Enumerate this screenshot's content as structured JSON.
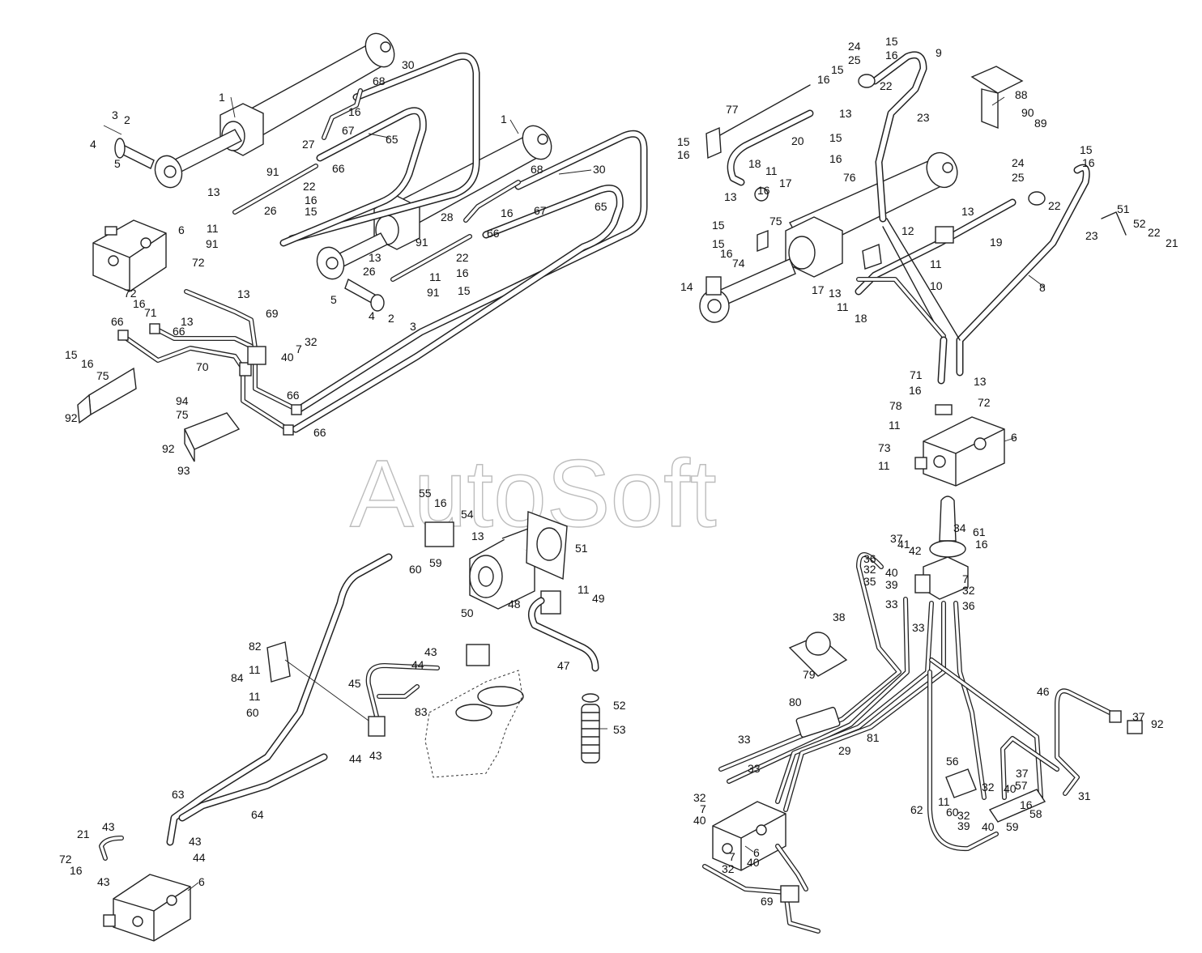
{
  "watermark": "AutoSoft",
  "labels": [
    {
      "id": "l1",
      "text": "1"
    },
    {
      "id": "l2",
      "text": "2"
    },
    {
      "id": "l3",
      "text": "3"
    },
    {
      "id": "l4",
      "text": "4"
    },
    {
      "id": "l5",
      "text": "5"
    },
    {
      "id": "l6",
      "text": "6"
    },
    {
      "id": "l7",
      "text": "72"
    },
    {
      "id": "l8",
      "text": "72"
    },
    {
      "id": "l9",
      "text": "16"
    },
    {
      "id": "l10",
      "text": "71"
    },
    {
      "id": "l11",
      "text": "13"
    },
    {
      "id": "l12",
      "text": "11"
    },
    {
      "id": "l13",
      "text": "91"
    },
    {
      "id": "l14",
      "text": "26"
    },
    {
      "id": "l15",
      "text": "91"
    },
    {
      "id": "l16",
      "text": "22"
    },
    {
      "id": "l17",
      "text": "16"
    },
    {
      "id": "l18",
      "text": "15"
    },
    {
      "id": "l19",
      "text": "66"
    },
    {
      "id": "l20",
      "text": "65"
    },
    {
      "id": "l21",
      "text": "27"
    },
    {
      "id": "l22",
      "text": "67"
    },
    {
      "id": "l23",
      "text": "16"
    },
    {
      "id": "l24",
      "text": "68"
    },
    {
      "id": "l25",
      "text": "30"
    },
    {
      "id": "l26",
      "text": "1"
    },
    {
      "id": "l27",
      "text": "68"
    },
    {
      "id": "l28",
      "text": "30"
    },
    {
      "id": "l29",
      "text": "65"
    },
    {
      "id": "l30",
      "text": "67"
    },
    {
      "id": "l31",
      "text": "16"
    },
    {
      "id": "l32",
      "text": "28"
    },
    {
      "id": "l33",
      "text": "66"
    },
    {
      "id": "l34",
      "text": "91"
    },
    {
      "id": "l35",
      "text": "22"
    },
    {
      "id": "l36",
      "text": "16"
    },
    {
      "id": "l37",
      "text": "15"
    },
    {
      "id": "l38",
      "text": "11"
    },
    {
      "id": "l39",
      "text": "91"
    },
    {
      "id": "l40",
      "text": "13"
    },
    {
      "id": "l41",
      "text": "26"
    },
    {
      "id": "l42",
      "text": "5"
    },
    {
      "id": "l43",
      "text": "4"
    },
    {
      "id": "l44",
      "text": "2"
    },
    {
      "id": "l45",
      "text": "3"
    },
    {
      "id": "l46",
      "text": "13"
    },
    {
      "id": "l47",
      "text": "69"
    },
    {
      "id": "l48",
      "text": "13"
    },
    {
      "id": "l49",
      "text": "66"
    },
    {
      "id": "l50",
      "text": "66"
    },
    {
      "id": "l51",
      "text": "32"
    },
    {
      "id": "l52",
      "text": "7"
    },
    {
      "id": "l53",
      "text": "40"
    },
    {
      "id": "l54",
      "text": "70"
    },
    {
      "id": "l55",
      "text": "66"
    },
    {
      "id": "l56",
      "text": "66"
    },
    {
      "id": "l57",
      "text": "15"
    },
    {
      "id": "l58",
      "text": "16"
    },
    {
      "id": "l59",
      "text": "75"
    },
    {
      "id": "l60",
      "text": "92"
    },
    {
      "id": "l61",
      "text": "94"
    },
    {
      "id": "l62",
      "text": "75"
    },
    {
      "id": "l63",
      "text": "92"
    },
    {
      "id": "l64",
      "text": "93"
    },
    {
      "id": "r1",
      "text": "24"
    },
    {
      "id": "r2",
      "text": "25"
    },
    {
      "id": "r3",
      "text": "15"
    },
    {
      "id": "r4",
      "text": "16"
    },
    {
      "id": "r5",
      "text": "9"
    },
    {
      "id": "r6",
      "text": "15"
    },
    {
      "id": "r7",
      "text": "16"
    },
    {
      "id": "r8",
      "text": "22"
    },
    {
      "id": "r9",
      "text": "77"
    },
    {
      "id": "r10",
      "text": "13"
    },
    {
      "id": "r11",
      "text": "23"
    },
    {
      "id": "r12",
      "text": "88"
    },
    {
      "id": "r13",
      "text": "90"
    },
    {
      "id": "r14",
      "text": "89"
    },
    {
      "id": "r15",
      "text": "15"
    },
    {
      "id": "r16",
      "text": "16"
    },
    {
      "id": "r17",
      "text": "20"
    },
    {
      "id": "r18",
      "text": "15"
    },
    {
      "id": "r19",
      "text": "16"
    },
    {
      "id": "r20",
      "text": "18"
    },
    {
      "id": "r21",
      "text": "11"
    },
    {
      "id": "r22",
      "text": "17"
    },
    {
      "id": "r23",
      "text": "13"
    },
    {
      "id": "r24",
      "text": "76"
    },
    {
      "id": "r25",
      "text": "16"
    },
    {
      "id": "r26",
      "text": "15"
    },
    {
      "id": "r27",
      "text": "75"
    },
    {
      "id": "r28",
      "text": "15"
    },
    {
      "id": "r29",
      "text": "16"
    },
    {
      "id": "r30",
      "text": "74"
    },
    {
      "id": "r31",
      "text": "24"
    },
    {
      "id": "r32",
      "text": "15"
    },
    {
      "id": "r33",
      "text": "25"
    },
    {
      "id": "r34",
      "text": "16"
    },
    {
      "id": "r35",
      "text": "22"
    },
    {
      "id": "r36",
      "text": "13"
    },
    {
      "id": "r37",
      "text": "12"
    },
    {
      "id": "r38",
      "text": "19"
    },
    {
      "id": "r39",
      "text": "23"
    },
    {
      "id": "r40",
      "text": "51"
    },
    {
      "id": "r41",
      "text": "52"
    },
    {
      "id": "r42",
      "text": "22"
    },
    {
      "id": "r43",
      "text": "21"
    },
    {
      "id": "r44",
      "text": "14"
    },
    {
      "id": "r45",
      "text": "17"
    },
    {
      "id": "r46",
      "text": "13"
    },
    {
      "id": "r47",
      "text": "11"
    },
    {
      "id": "r48",
      "text": "10"
    },
    {
      "id": "r49",
      "text": "11"
    },
    {
      "id": "r50",
      "text": "18"
    },
    {
      "id": "r51",
      "text": "8"
    },
    {
      "id": "r52",
      "text": "71"
    },
    {
      "id": "r53",
      "text": "13"
    },
    {
      "id": "r54",
      "text": "16"
    },
    {
      "id": "r55",
      "text": "72"
    },
    {
      "id": "r56",
      "text": "78"
    },
    {
      "id": "r57",
      "text": "11"
    },
    {
      "id": "r58",
      "text": "6"
    },
    {
      "id": "r59",
      "text": "73"
    },
    {
      "id": "r60",
      "text": "11"
    },
    {
      "id": "c1",
      "text": "55"
    },
    {
      "id": "c2",
      "text": "16"
    },
    {
      "id": "c3",
      "text": "54"
    },
    {
      "id": "c4",
      "text": "13"
    },
    {
      "id": "c5",
      "text": "51"
    },
    {
      "id": "c6",
      "text": "60"
    },
    {
      "id": "c7",
      "text": "59"
    },
    {
      "id": "c8",
      "text": "11"
    },
    {
      "id": "c9",
      "text": "49"
    },
    {
      "id": "c10",
      "text": "48"
    },
    {
      "id": "c11",
      "text": "50"
    },
    {
      "id": "c12",
      "text": "47"
    },
    {
      "id": "c13",
      "text": "52"
    },
    {
      "id": "c14",
      "text": "53"
    },
    {
      "id": "c15",
      "text": "82"
    },
    {
      "id": "c16",
      "text": "43"
    },
    {
      "id": "c17",
      "text": "44"
    },
    {
      "id": "c18",
      "text": "11"
    },
    {
      "id": "c19",
      "text": "84"
    },
    {
      "id": "c20",
      "text": "11"
    },
    {
      "id": "c21",
      "text": "60"
    },
    {
      "id": "c22",
      "text": "45"
    },
    {
      "id": "c23",
      "text": "83"
    },
    {
      "id": "c24",
      "text": "44"
    },
    {
      "id": "c25",
      "text": "43"
    },
    {
      "id": "c26",
      "text": "63"
    },
    {
      "id": "c27",
      "text": "64"
    },
    {
      "id": "c28",
      "text": "21"
    },
    {
      "id": "c29",
      "text": "43"
    },
    {
      "id": "c30",
      "text": "72"
    },
    {
      "id": "c31",
      "text": "16"
    },
    {
      "id": "c32",
      "text": "43"
    },
    {
      "id": "c33",
      "text": "43"
    },
    {
      "id": "c34",
      "text": "44"
    },
    {
      "id": "c35",
      "text": "6"
    },
    {
      "id": "d1",
      "text": "34"
    },
    {
      "id": "d2",
      "text": "61"
    },
    {
      "id": "d3",
      "text": "16"
    },
    {
      "id": "d4",
      "text": "37"
    },
    {
      "id": "d5",
      "text": "41"
    },
    {
      "id": "d6",
      "text": "36"
    },
    {
      "id": "d7",
      "text": "42"
    },
    {
      "id": "d8",
      "text": "32"
    },
    {
      "id": "d9",
      "text": "40"
    },
    {
      "id": "d10",
      "text": "35"
    },
    {
      "id": "d11",
      "text": "39"
    },
    {
      "id": "d12",
      "text": "7"
    },
    {
      "id": "d13",
      "text": "32"
    },
    {
      "id": "d14",
      "text": "33"
    },
    {
      "id": "d15",
      "text": "36"
    },
    {
      "id": "d16",
      "text": "38"
    },
    {
      "id": "d17",
      "text": "33"
    },
    {
      "id": "d18",
      "text": "79"
    },
    {
      "id": "d19",
      "text": "80"
    },
    {
      "id": "d20",
      "text": "46"
    },
    {
      "id": "d21",
      "text": "37"
    },
    {
      "id": "d22",
      "text": "92"
    },
    {
      "id": "d23",
      "text": "33"
    },
    {
      "id": "d24",
      "text": "81"
    },
    {
      "id": "d25",
      "text": "29"
    },
    {
      "id": "d26",
      "text": "33"
    },
    {
      "id": "d27",
      "text": "56"
    },
    {
      "id": "d28",
      "text": "37"
    },
    {
      "id": "d29",
      "text": "31"
    },
    {
      "id": "d30",
      "text": "32"
    },
    {
      "id": "d31",
      "text": "57"
    },
    {
      "id": "d32",
      "text": "40"
    },
    {
      "id": "d33",
      "text": "11"
    },
    {
      "id": "d34",
      "text": "60"
    },
    {
      "id": "d35",
      "text": "16"
    },
    {
      "id": "d36",
      "text": "58"
    },
    {
      "id": "d37",
      "text": "32"
    },
    {
      "id": "d38",
      "text": "59"
    },
    {
      "id": "d39",
      "text": "39"
    },
    {
      "id": "d40",
      "text": "40"
    },
    {
      "id": "d41",
      "text": "62"
    },
    {
      "id": "d42",
      "text": "32"
    },
    {
      "id": "d43",
      "text": "7"
    },
    {
      "id": "d44",
      "text": "40"
    },
    {
      "id": "d45",
      "text": "6"
    },
    {
      "id": "d46",
      "text": "7"
    },
    {
      "id": "d47",
      "text": "32"
    },
    {
      "id": "d48",
      "text": "40"
    },
    {
      "id": "d49",
      "text": "69"
    }
  ]
}
